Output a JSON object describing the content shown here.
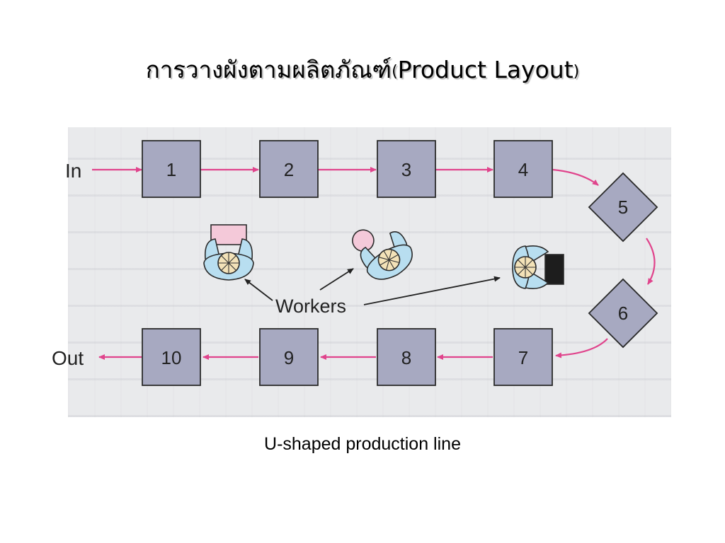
{
  "slide": {
    "title_thai": "การวางผังตามผลิตภัณฑ์",
    "title_paren_open": "(",
    "title_english": "Product Layout",
    "title_paren_close": ")",
    "caption": "U-shaped production line"
  },
  "diagram": {
    "input_label": "In",
    "output_label": "Out",
    "workers_label": "Workers",
    "stations": [
      "1",
      "2",
      "3",
      "4",
      "5",
      "6",
      "7",
      "8",
      "9",
      "10"
    ],
    "flow_color": "#e0448c",
    "station_fill": "#a7a9c1",
    "station_stroke": "#2b2b2b"
  }
}
